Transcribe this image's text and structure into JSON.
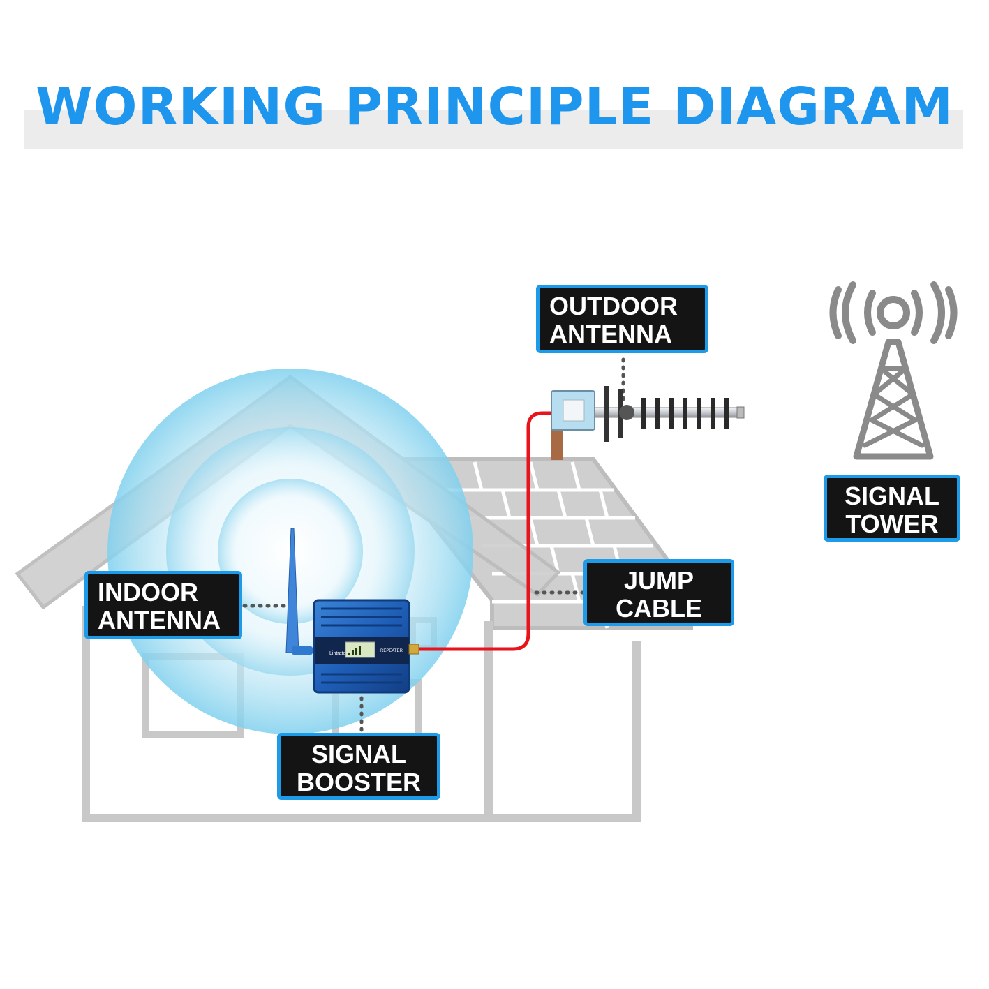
{
  "title": "WORKING PRINCIPLE DIAGRAM",
  "callouts": {
    "outdoor_antenna": [
      "OUTDOOR",
      "ANTENNA"
    ],
    "signal_tower": [
      "SIGNAL",
      "TOWER"
    ],
    "indoor_antenna": [
      "INDOOR",
      "ANTENNA"
    ],
    "jump_cable": [
      "JUMP",
      "CABLE"
    ],
    "signal_booster": [
      "SIGNAL",
      "BOOSTER"
    ]
  },
  "device": {
    "brand": "Lintratek",
    "panel_label": "REPEATER"
  },
  "colors": {
    "title": "#1e96ee",
    "callout_border": "#1e9be8",
    "callout_fill": "#141414",
    "house_outline": "#c8c8c8",
    "cable": "#e8131b",
    "booster_body": "#1f5fb8",
    "tower": "#8a8a8a",
    "signal_glow": "#7fd0ee"
  },
  "icons": [
    "signal-tower-icon",
    "yagi-antenna-icon",
    "whip-antenna-icon",
    "booster-device-icon",
    "house-icon"
  ]
}
